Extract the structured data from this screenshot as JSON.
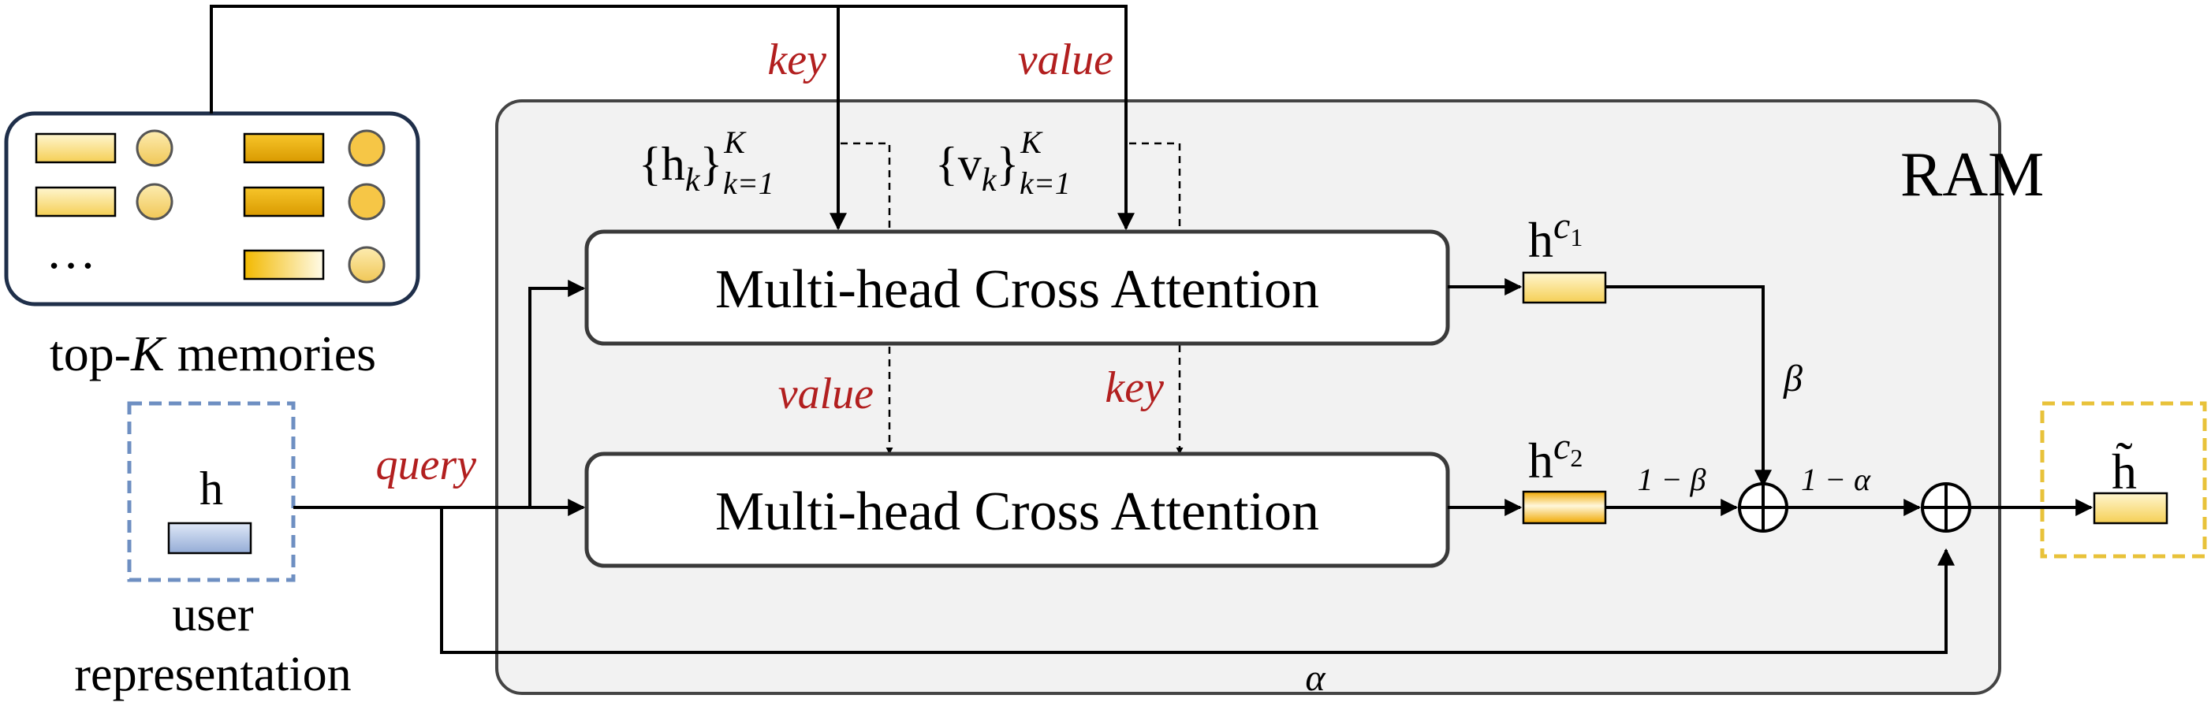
{
  "memory_panel": {
    "caption_prefix": "top-",
    "caption_k": "K",
    "caption_suffix": " memories",
    "ellipsis": "…"
  },
  "user": {
    "symbol": "h",
    "caption_line1": "user",
    "caption_line2": "representation"
  },
  "ram": {
    "label": "RAM"
  },
  "attention": {
    "top_label": "Multi-head Cross Attention",
    "bottom_label": "Multi-head Cross Attention"
  },
  "flow": {
    "key_top": "key",
    "value_top": "value",
    "value_mid": "value",
    "key_mid": "key",
    "query": "query"
  },
  "sets": {
    "h_base": "{h",
    "h_sub": "k",
    "h_close": "}",
    "h_sup": "K",
    "h_range": "k=1",
    "v_base": "{v",
    "v_sub": "k",
    "v_close": "}",
    "v_sup": "K",
    "v_range": "k=1"
  },
  "outputs": {
    "hc1_base": "h",
    "hc1_sup": "c",
    "hc1_sub": "1",
    "hc2_base": "h",
    "hc2_sup": "c",
    "hc2_sub": "2",
    "final": "h̃"
  },
  "weights": {
    "beta": "β",
    "one_minus_beta": "1 − β",
    "one_minus_alpha": "1 − α",
    "alpha": "α"
  },
  "colors": {
    "accent_red": "#b21f1f",
    "panel_border": "#1f2f4a",
    "user_border": "#2f4f8f",
    "final_border": "#e3b21f",
    "ram_fill": "#f2f2f2",
    "gold": "#e8a800",
    "blue_bar": "#9fb6dc"
  }
}
